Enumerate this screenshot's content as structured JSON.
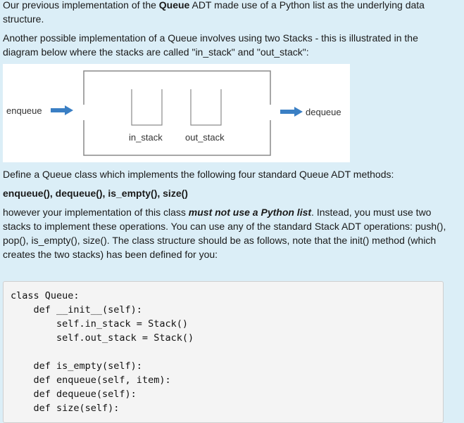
{
  "intro": {
    "p1_before": "Our previous implementation of the ",
    "p1_bold": "Queue",
    "p1_after": " ADT made use of a Python list as the underlying data structure.",
    "p2": "Another possible implementation of a Queue involves using two Stacks - this is illustrated in the diagram below where the stacks are called \"in_stack\" and \"out_stack\":"
  },
  "diagram": {
    "enqueue_label": "enqueue",
    "dequeue_label": "dequeue",
    "in_stack_label": "in_stack",
    "out_stack_label": "out_stack",
    "arrow_color": "#3a7fc4"
  },
  "task": {
    "p3": "Define a Queue class which implements the following four standard Queue ADT methods:",
    "methods": "enqueue(), dequeue(), is_empty(), size()",
    "p5_before": "however your implementation of this class ",
    "p5_emph": "must not use a Python list",
    "p5_after": ".  Instead, you must use two stacks to implement these operations.  You can use any of the standard Stack ADT operations: push(), pop(), is_empty(), size().  The class structure should be as follows, note that the init() method (which creates the two stacks) has been defined for you:"
  },
  "code": {
    "lines": [
      "class Queue:",
      "    def __init__(self):",
      "        self.in_stack = Stack()",
      "        self.out_stack = Stack()",
      "",
      "    def is_empty(self):",
      "    def enqueue(self, item):",
      "    def dequeue(self):",
      "    def size(self):"
    ]
  }
}
